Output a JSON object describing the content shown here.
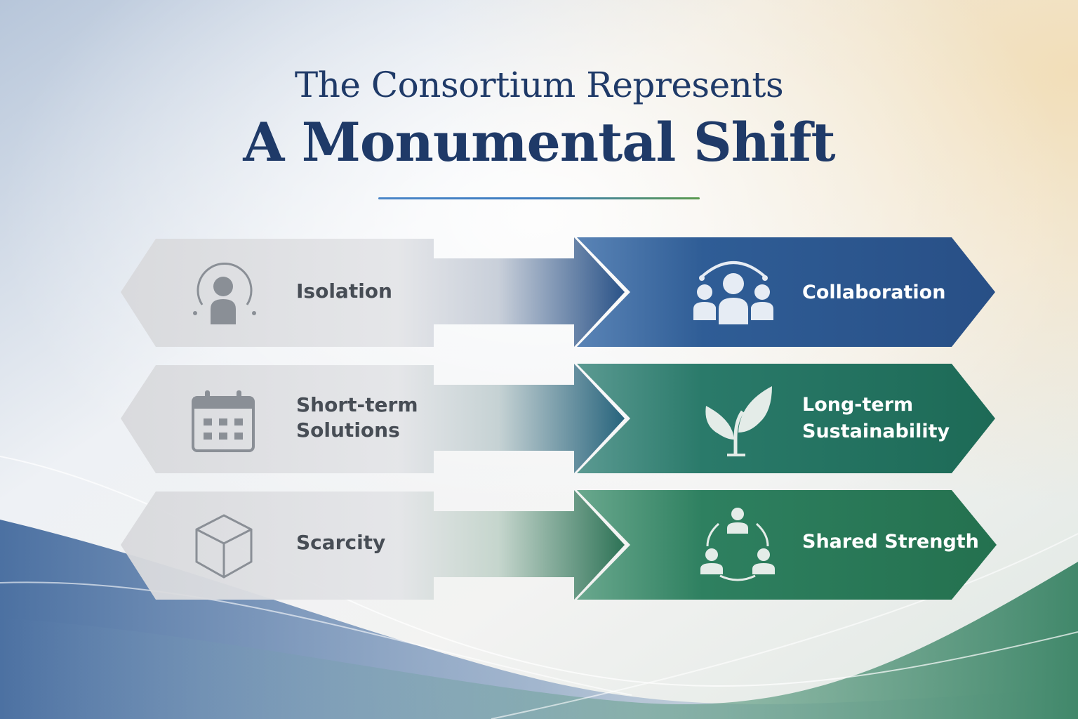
{
  "title": {
    "line1": "The Consortium Represents",
    "line2": "A Monumental Shift"
  },
  "colors": {
    "title": "#1f3a68",
    "divider_start": "#4a86c8",
    "divider_end": "#5a9a4e",
    "from_panel": "#d9dadd",
    "from_text": "#474d55",
    "icon_gray": "#8a8f96",
    "to_blue": "#2f5d96",
    "to_teal": "#20715f",
    "to_green": "#2c7a5a",
    "to_text": "#ffffff"
  },
  "shifts": [
    {
      "from": {
        "lines": [
          "Isolation"
        ],
        "icon": "isolated-person-icon"
      },
      "to": {
        "lines": [
          "Collaboration"
        ],
        "icon": "group-people-icon"
      },
      "accent": "#2f5d96",
      "accent_dark": "#1f4a82"
    },
    {
      "from": {
        "lines": [
          "Short-term",
          "Solutions"
        ],
        "icon": "calendar-icon"
      },
      "to": {
        "lines": [
          "Long-term",
          "Sustainability"
        ],
        "icon": "sprout-icon"
      },
      "accent": "#20715f",
      "accent_dark": "#16604f"
    },
    {
      "from": {
        "lines": [
          "Scarcity"
        ],
        "icon": "empty-box-icon"
      },
      "to": {
        "lines": [
          "Shared Strength"
        ],
        "icon": "community-cycle-icon"
      },
      "accent": "#2c7a5a",
      "accent_dark": "#1f6b4c"
    }
  ]
}
